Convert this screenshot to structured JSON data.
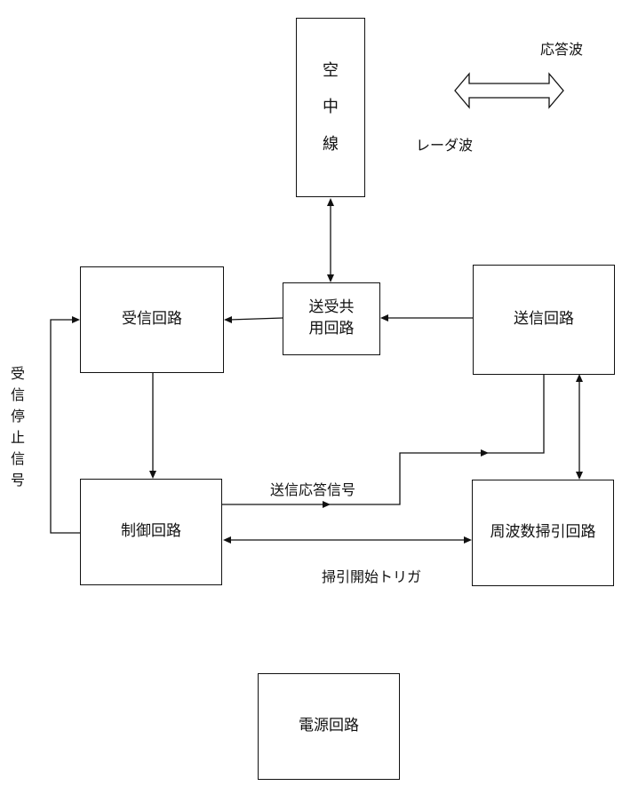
{
  "blocks": {
    "antenna": "空\n中\n線",
    "duplexer": "送受共\n用回路",
    "receiver": "受信回路",
    "transmitter": "送信回路",
    "control": "制御回路",
    "sweep": "周波数掃引回路",
    "power": "電源回路"
  },
  "labels": {
    "response_wave": "応答波",
    "radar_wave": "レーダ波",
    "rx_stop_signal": "受信停止信号",
    "tx_response_signal": "送信応答信号",
    "sweep_start_trigger": "掃引開始トリガ"
  }
}
